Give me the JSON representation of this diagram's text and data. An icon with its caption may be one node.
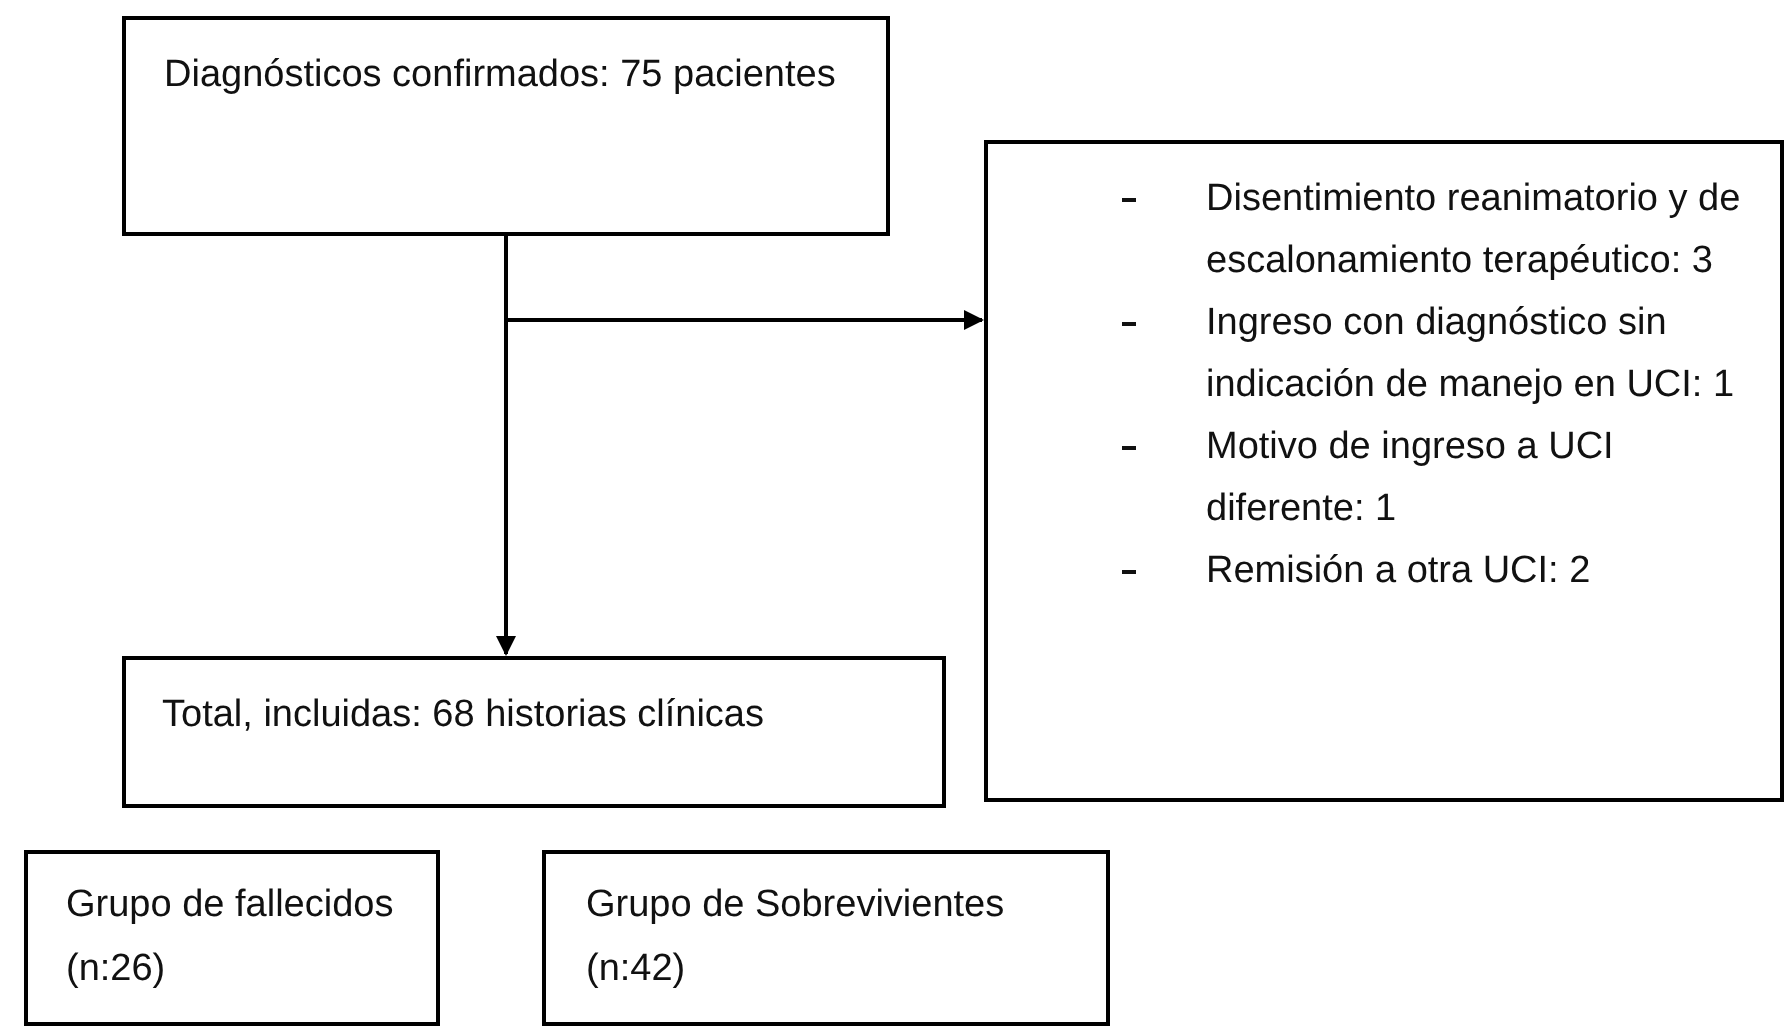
{
  "diagram": {
    "nodes": [
      {
        "text": [
          "Diagnósticos confirmados: 75 pacientes"
        ]
      },
      {
        "text": [
          "Disentimiento reanimatorio y de escalonamiento terapéutico: 3",
          "Ingreso con diagnóstico sin indicación de manejo en UCI: 1",
          "Motivo de ingreso a UCI diferente: 1",
          "Remisión a otra UCI: 2"
        ]
      },
      {
        "text": [
          "Total, incluidas: 68 historias clínicas"
        ]
      },
      {
        "text": [
          "Grupo de fallecidos (n:26)"
        ]
      },
      {
        "text": [
          "Grupo de Sobrevivientes (n:42)"
        ]
      }
    ],
    "edges": [
      {
        "from": 0,
        "to": 1,
        "arrow": "to"
      },
      {
        "from": 0,
        "to": 2,
        "arrow": "to"
      }
    ]
  }
}
